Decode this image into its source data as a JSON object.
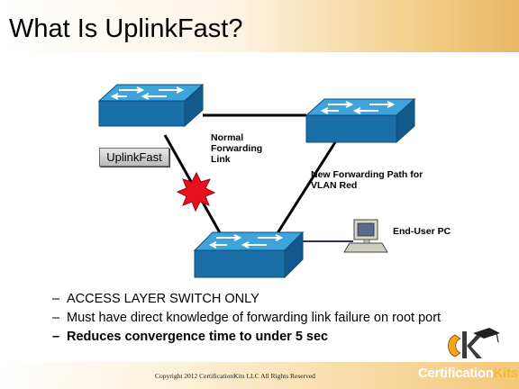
{
  "slide": {
    "title": "What Is UplinkFast?",
    "labels": {
      "uplinkfast": "UplinkFast",
      "normal_link": [
        "Normal",
        "Forwarding",
        "Link"
      ],
      "new_path": [
        "New Forwarding Path for",
        "VLAN Red"
      ],
      "end_user_pc": "End-User PC"
    },
    "bullets": [
      {
        "dash": "–",
        "text": "ACCESS LAYER SWITCH ONLY",
        "bold": false
      },
      {
        "dash": "–",
        "text": "Must have direct knowledge of forwarding link failure on root port",
        "bold": false
      },
      {
        "dash": "–",
        "text": "Reduces convergence time to under 5 sec",
        "bold": true
      }
    ],
    "footer": {
      "copyright": "Copyright 2012 CertificationKits LLC  All Rights Reserved",
      "brand_part1": "Certification",
      "brand_part2": "Kits"
    },
    "colors": {
      "switch_top": "#3fa4dc",
      "switch_front": "#1b6fa8",
      "link_line": "#000000",
      "pc_link": "#2b2b7a",
      "failure_burst": "#e8101c",
      "footer_accent": "#f3c879"
    },
    "icons": [
      "switch-icon",
      "switch-icon",
      "switch-icon",
      "failure-burst-icon",
      "pc-icon",
      "certificationkits-logo-icon"
    ]
  }
}
